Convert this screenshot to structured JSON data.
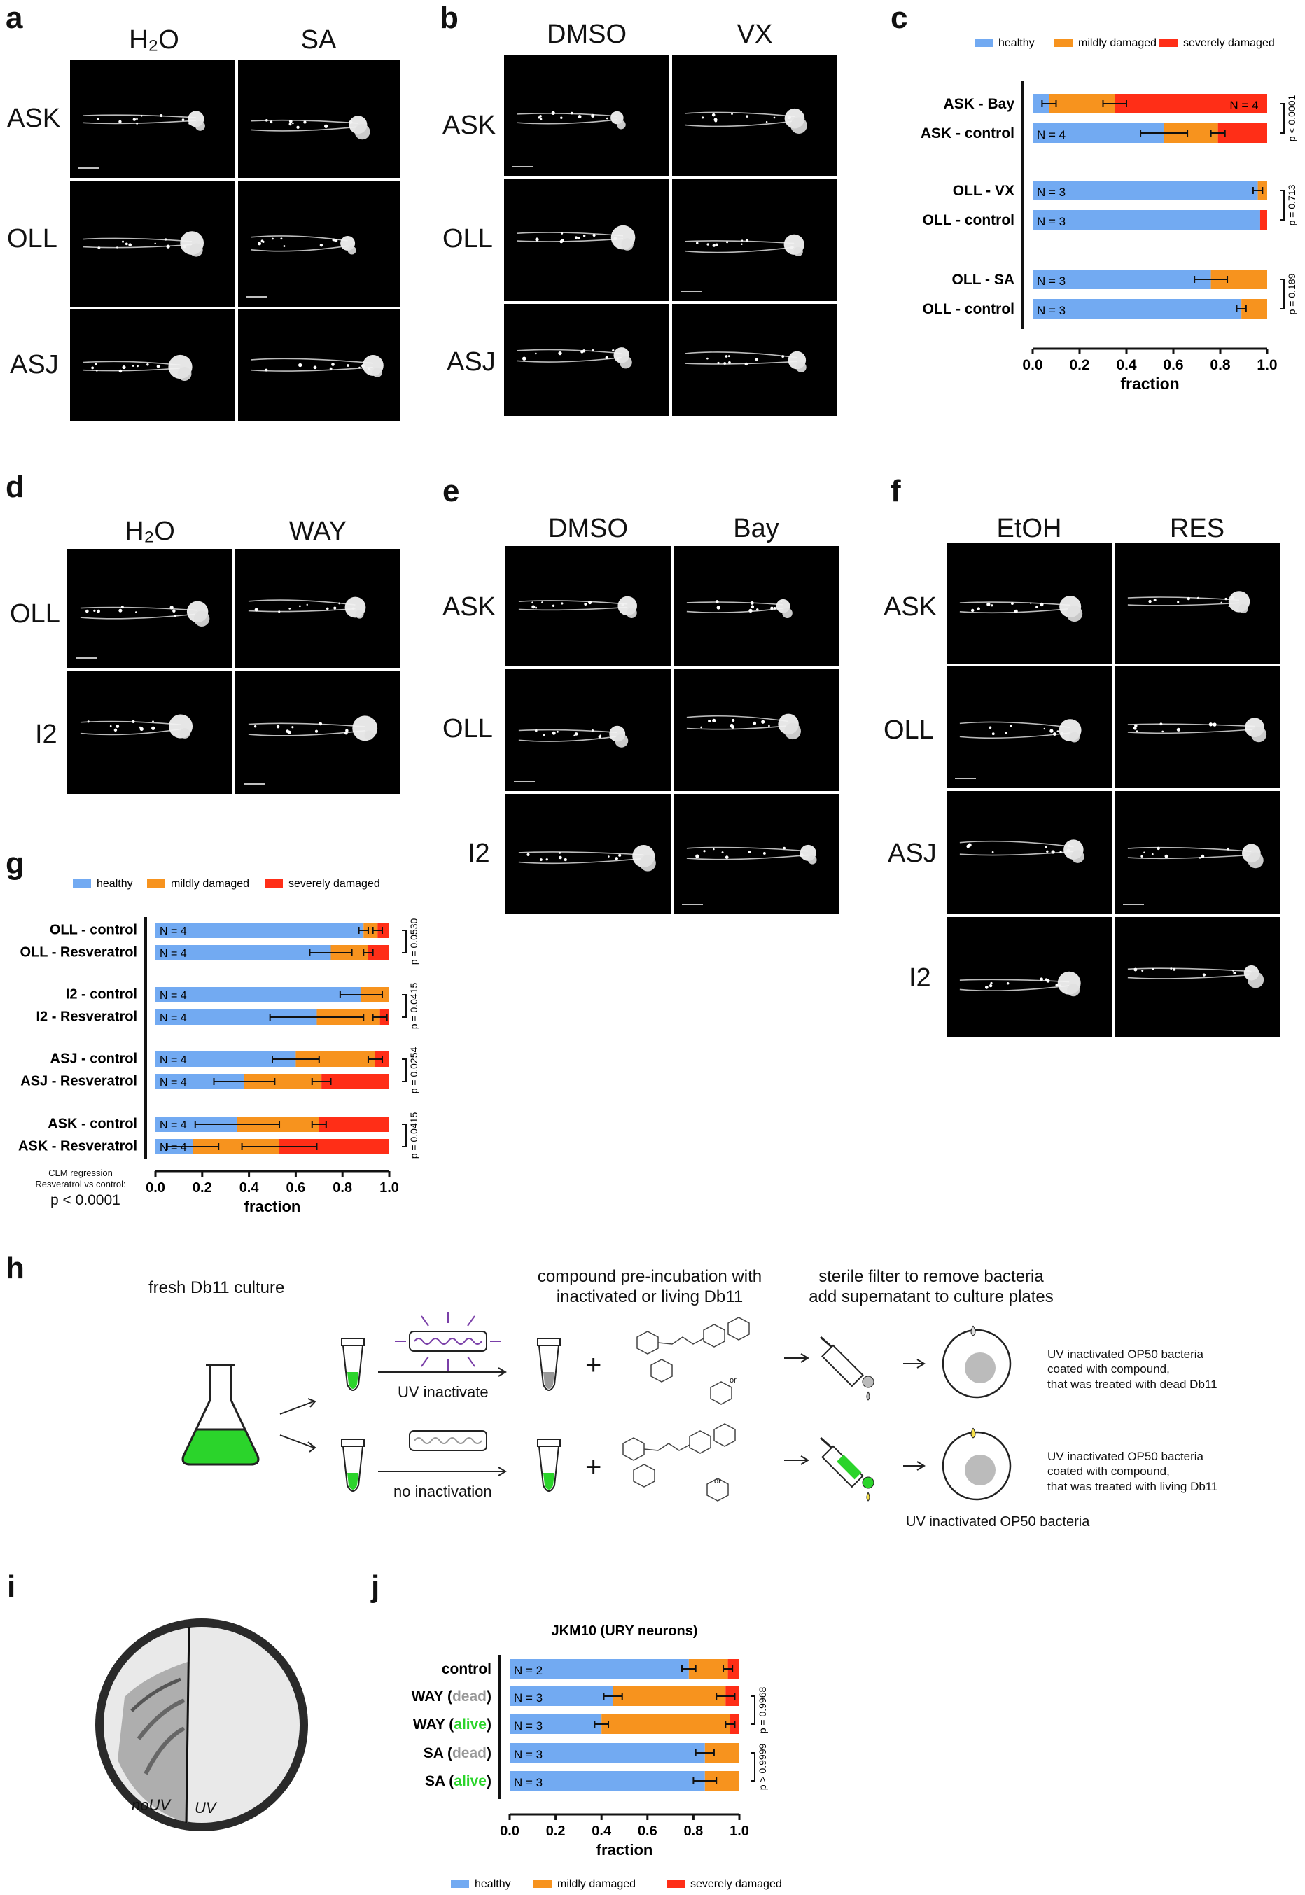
{
  "panels": {
    "a": {
      "label": "a",
      "cols": [
        "H₂O",
        "SA"
      ],
      "rows": [
        "ASK",
        "OLL",
        "ASJ"
      ]
    },
    "b": {
      "label": "b",
      "cols": [
        "DMSO",
        "VX"
      ],
      "rows": [
        "ASK",
        "OLL",
        "ASJ"
      ]
    },
    "c": {
      "label": "c"
    },
    "d": {
      "label": "d",
      "cols": [
        "H₂O",
        "WAY"
      ],
      "rows": [
        "OLL",
        "I2"
      ]
    },
    "e": {
      "label": "e",
      "cols": [
        "DMSO",
        "Bay"
      ],
      "rows": [
        "ASK",
        "OLL",
        "I2"
      ]
    },
    "f": {
      "label": "f",
      "cols": [
        "EtOH",
        "RES"
      ],
      "rows": [
        "ASK",
        "OLL",
        "ASJ",
        "I2"
      ]
    },
    "g": {
      "label": "g",
      "clm_note": "CLM regression\nResveratrol vs control:",
      "clm_p": "p < 0.0001"
    },
    "h": {
      "label": "h",
      "fresh": "fresh Db11 culture",
      "step2": "compound pre-incubation with\ninactivated or living Db11",
      "step3": "sterile filter to remove bacteria\nadd supernatant to culture plates",
      "uv": "UV inactivate",
      "noinact": "no inactivation",
      "plus": "+",
      "or": "or",
      "dead_desc": "UV inactivated OP50 bacteria\ncoated with compound,\nthat was treated with dead Db11",
      "alive_desc": "UV inactivated OP50 bacteria\ncoated with compound,\nthat was treated with living Db11",
      "bottom": "UV inactivated OP50 bacteria"
    },
    "i": {
      "label": "i",
      "left_mark": "noUV",
      "right_mark": "UV"
    },
    "j": {
      "label": "j"
    }
  },
  "legend": {
    "healthy": "healthy",
    "mild": "mildly damaged",
    "severe": "severely damaged"
  },
  "colors": {
    "healthy": "#72aaf2",
    "mild": "#f7931e",
    "severe": "#ff2e17",
    "alive": "#2bd42b",
    "dead": "#999999"
  },
  "chart_data": [
    {
      "id": "c",
      "type": "bar",
      "stacked": true,
      "orientation": "horizontal",
      "xlabel": "fraction",
      "xlim": [
        0,
        1
      ],
      "xticks": [
        "0.0",
        "0.2",
        "0.4",
        "0.6",
        "0.8",
        "1.0"
      ],
      "legend": [
        "healthy",
        "mildly damaged",
        "severely damaged"
      ],
      "bars": [
        {
          "label": "ASK - Bay",
          "n": "N = 4",
          "values": [
            0.07,
            0.28,
            0.65
          ],
          "err": [
            0.03,
            0.05
          ],
          "n_pos": "right"
        },
        {
          "label": "ASK - control",
          "n": "N = 4",
          "values": [
            0.56,
            0.23,
            0.21
          ],
          "err": [
            0.1,
            0.03
          ]
        },
        {
          "label": "OLL - VX",
          "n": "N = 3",
          "values": [
            0.96,
            0.04,
            0.0
          ],
          "err": [
            0.02
          ]
        },
        {
          "label": "OLL - control",
          "n": "N = 3",
          "values": [
            0.97,
            0.0,
            0.03
          ],
          "err": []
        },
        {
          "label": "OLL - SA",
          "n": "N = 3",
          "values": [
            0.76,
            0.24,
            0.0
          ],
          "err": [
            0.07
          ]
        },
        {
          "label": "OLL - control",
          "n": "N = 3",
          "values": [
            0.89,
            0.11,
            0.0
          ],
          "err": [
            0.02
          ]
        }
      ],
      "pvalues": [
        "p < 0.0001",
        "p = 0.713",
        "p = 0.189"
      ]
    },
    {
      "id": "g",
      "type": "bar",
      "stacked": true,
      "orientation": "horizontal",
      "xlabel": "fraction",
      "xlim": [
        0,
        1
      ],
      "xticks": [
        "0.0",
        "0.2",
        "0.4",
        "0.6",
        "0.8",
        "1.0"
      ],
      "legend": [
        "healthy",
        "mildly damaged",
        "severely damaged"
      ],
      "bars": [
        {
          "label": "OLL - control",
          "n": "N = 4",
          "values": [
            0.89,
            0.06,
            0.05
          ],
          "err": [
            0.02,
            0.02
          ]
        },
        {
          "label": "OLL - Resveratrol",
          "n": "N = 4",
          "values": [
            0.75,
            0.16,
            0.09
          ],
          "err": [
            0.09,
            0.02
          ]
        },
        {
          "label": "I2 - control",
          "n": "N = 4",
          "values": [
            0.88,
            0.12,
            0.0
          ],
          "err": [
            0.09
          ]
        },
        {
          "label": "I2 - Resveratrol",
          "n": "N = 4",
          "values": [
            0.69,
            0.27,
            0.04
          ],
          "err": [
            0.2,
            0.03
          ]
        },
        {
          "label": "ASJ - control",
          "n": "N = 4",
          "values": [
            0.6,
            0.34,
            0.06
          ],
          "err": [
            0.1,
            0.03
          ]
        },
        {
          "label": "ASJ - Resveratrol",
          "n": "N = 4",
          "values": [
            0.38,
            0.33,
            0.29
          ],
          "err": [
            0.13,
            0.04
          ]
        },
        {
          "label": "ASK - control",
          "n": "N = 4",
          "values": [
            0.35,
            0.35,
            0.3
          ],
          "err": [
            0.18,
            0.03
          ]
        },
        {
          "label": "ASK - Resveratrol",
          "n": "N = 4",
          "values": [
            0.16,
            0.37,
            0.47
          ],
          "err": [
            0.11,
            0.16
          ]
        }
      ],
      "pvalues": [
        "p = 0.0530",
        "p = 0.0415",
        "p = 0.0254",
        "p = 0.0415"
      ]
    },
    {
      "id": "j",
      "type": "bar",
      "stacked": true,
      "orientation": "horizontal",
      "title": "JKM10 (URY neurons)",
      "xlabel": "fraction",
      "xlim": [
        0,
        1
      ],
      "xticks": [
        "0.0",
        "0.2",
        "0.4",
        "0.6",
        "0.8",
        "1.0"
      ],
      "legend": [
        "healthy",
        "mildly damaged",
        "severely damaged"
      ],
      "bars": [
        {
          "label": "control",
          "n": "N = 2",
          "values": [
            0.78,
            0.17,
            0.05
          ],
          "err": [
            0.03,
            0.02
          ]
        },
        {
          "label": "WAY (dead)",
          "n": "N = 3",
          "values": [
            0.45,
            0.49,
            0.06
          ],
          "err": [
            0.04,
            0.04
          ]
        },
        {
          "label": "WAY (alive)",
          "n": "N = 3",
          "values": [
            0.4,
            0.56,
            0.04
          ],
          "err": [
            0.03,
            0.02
          ]
        },
        {
          "label": "SA (dead)",
          "n": "N = 3",
          "values": [
            0.85,
            0.15,
            0.0
          ],
          "err": [
            0.04
          ]
        },
        {
          "label": "SA (alive)",
          "n": "N = 3",
          "values": [
            0.85,
            0.15,
            0.0
          ],
          "err": [
            0.05
          ]
        }
      ],
      "pvalues": [
        "p = 0.9968",
        "p > 0.9999"
      ]
    }
  ]
}
